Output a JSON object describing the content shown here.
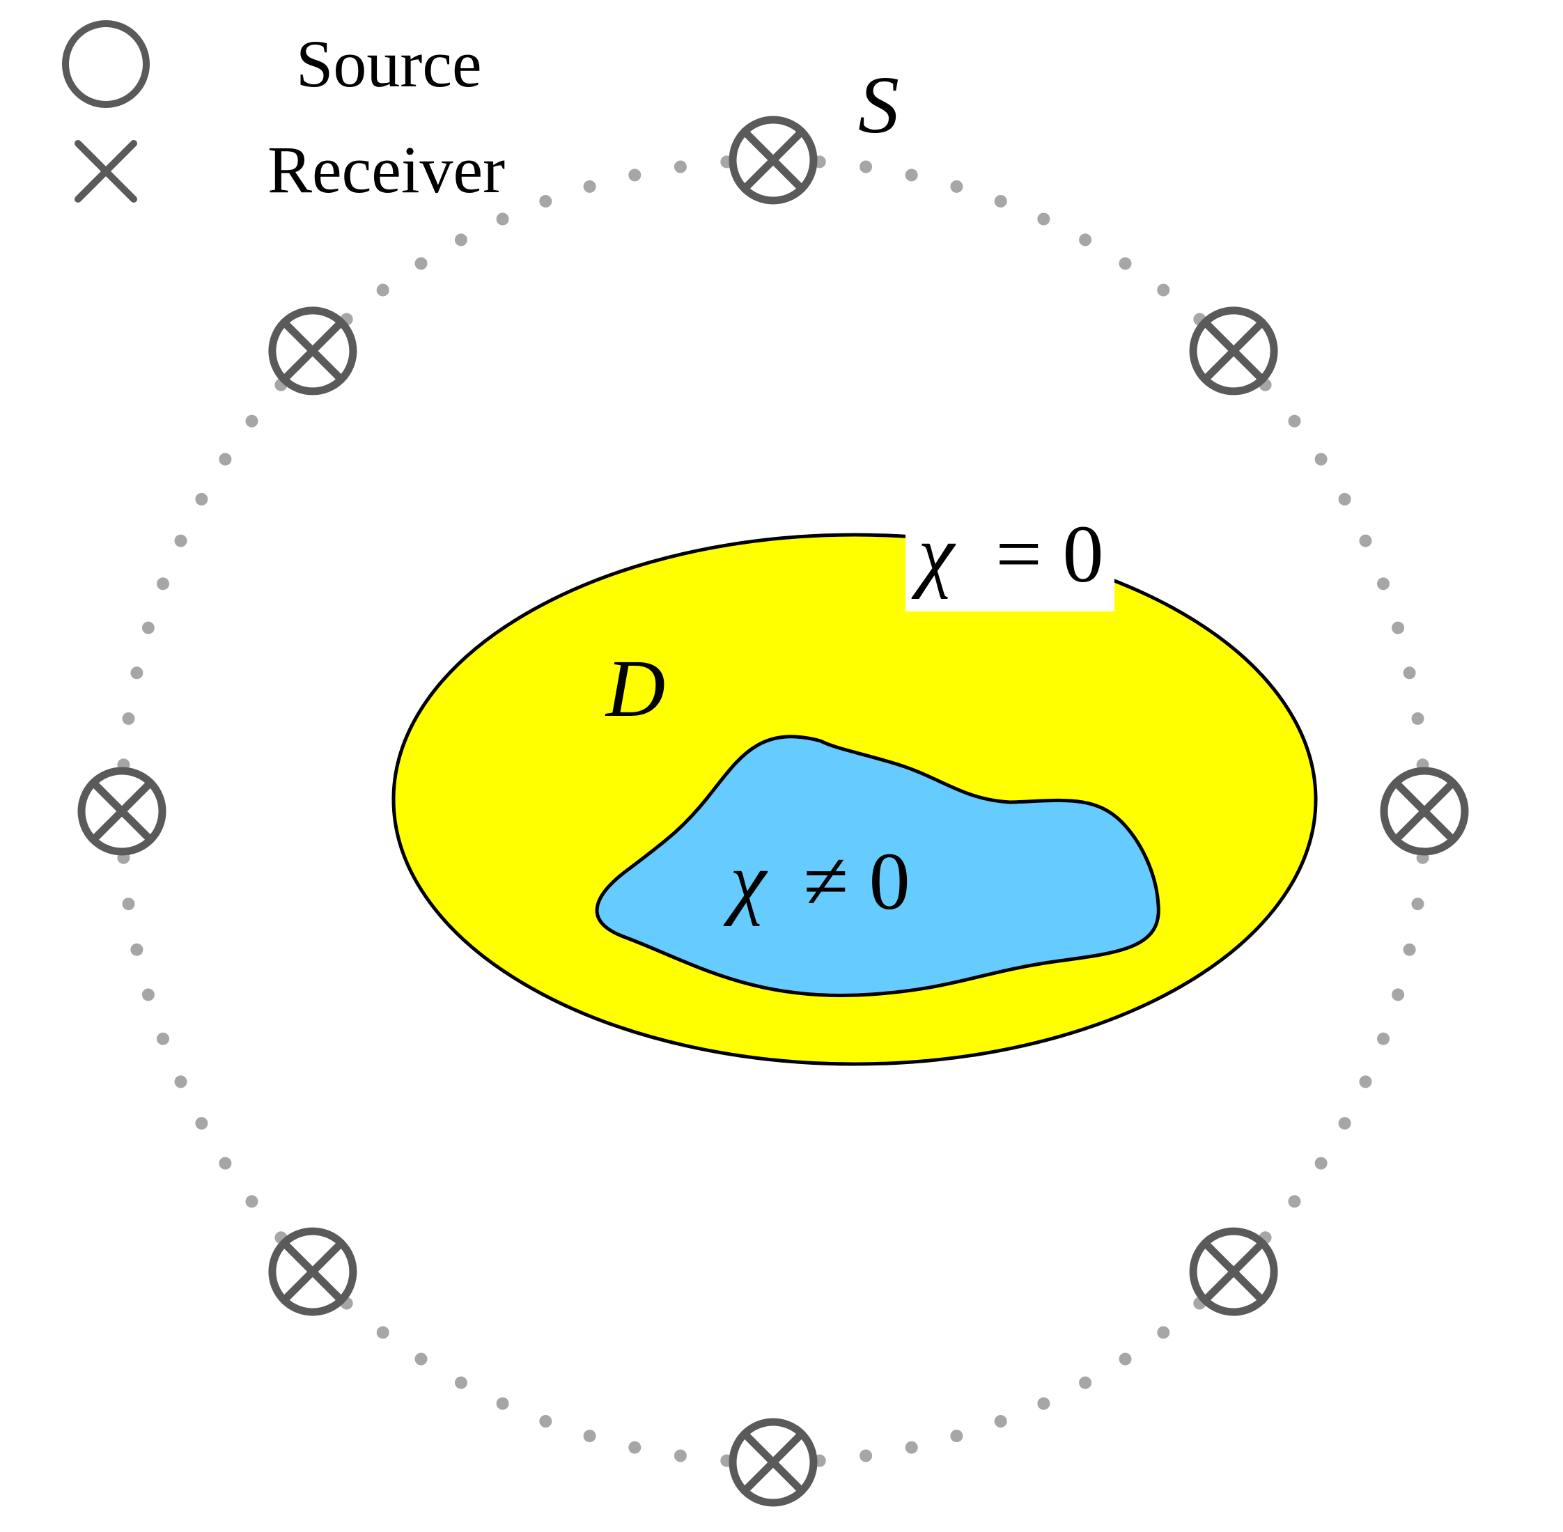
{
  "legend": {
    "source_label": "Source",
    "receiver_label": "Receiver",
    "source_icon": "open-circle",
    "receiver_icon": "cross"
  },
  "labels": {
    "surface": "S",
    "domain": "D",
    "chi_zero_var": "χ",
    "chi_zero_rest": "= 0",
    "chi_nonzero_var": "χ",
    "chi_nonzero_rest": "≠ 0"
  },
  "transducers": {
    "count": 8,
    "icon": "circle-with-cross"
  },
  "colors": {
    "domain_fill": "#ffff00",
    "scatterer_fill": "#66ccff",
    "outline": "#000000",
    "transducer": "#5a5a5a",
    "surface_dots": "#a6a6a6"
  }
}
